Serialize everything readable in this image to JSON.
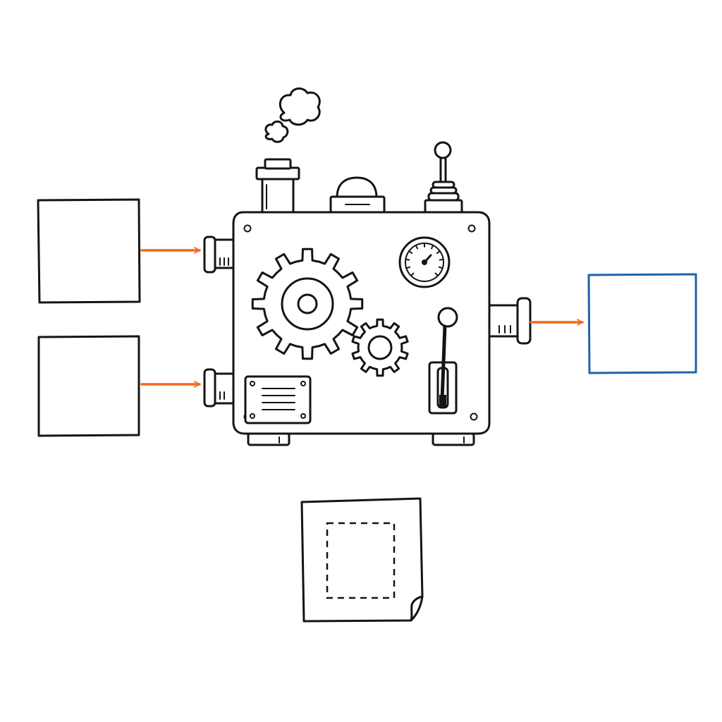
{
  "colors": {
    "ink": "#141414",
    "arrow": "#f26a1b",
    "output_box": "#1f63a8",
    "background": "#ffffff"
  },
  "diagram": {
    "inputs": [
      {
        "label": "",
        "icon": "empty-box"
      },
      {
        "label": "",
        "icon": "empty-box"
      }
    ],
    "machine": {
      "label": "",
      "icons": [
        "chimney-icon",
        "steam-cloud-icon",
        "dome-button-icon",
        "joystick-icon",
        "large-gear-icon",
        "small-gear-icon",
        "pressure-gauge-icon",
        "lever-icon",
        "name-plate-icon",
        "pipe-icon"
      ]
    },
    "output": {
      "label": "",
      "icon": "empty-box"
    },
    "note": {
      "label": "",
      "icon": "dog-eared-sheet-icon"
    }
  }
}
